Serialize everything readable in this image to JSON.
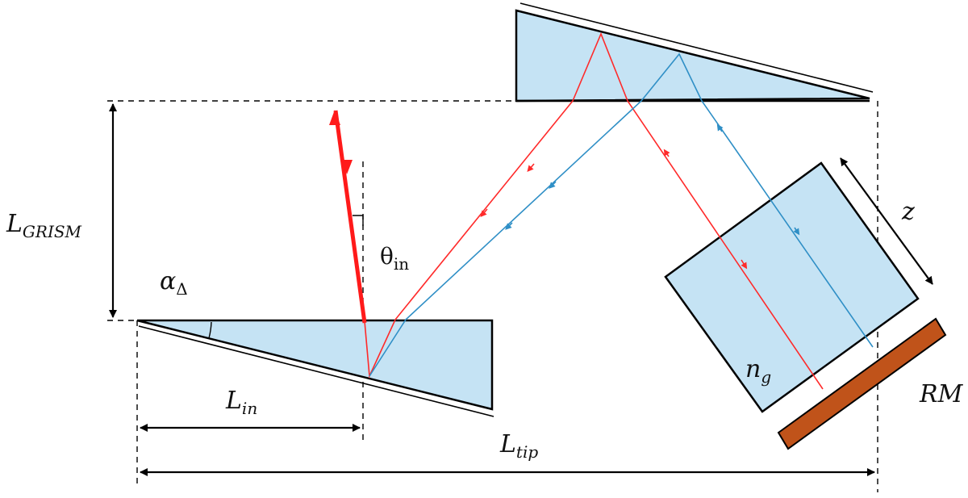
{
  "colors": {
    "prism_fill": "#c5e3f4",
    "outline": "#000000",
    "red_beam": "#ff2a2a",
    "blue_beam": "#2f8fc6",
    "mirror": "#c0531a"
  },
  "labels": {
    "l_grism": {
      "main": "L",
      "sub": "GRISM"
    },
    "alpha": {
      "main": "α",
      "sub": "Δ"
    },
    "theta": {
      "main": "θ",
      "sub": "in"
    },
    "l_in": {
      "main": "L",
      "sub": "in"
    },
    "l_tip": {
      "main": "L",
      "sub": "tip"
    },
    "z": "z",
    "n_g": {
      "main": "n",
      "sub": "g"
    },
    "rm": "RM"
  }
}
